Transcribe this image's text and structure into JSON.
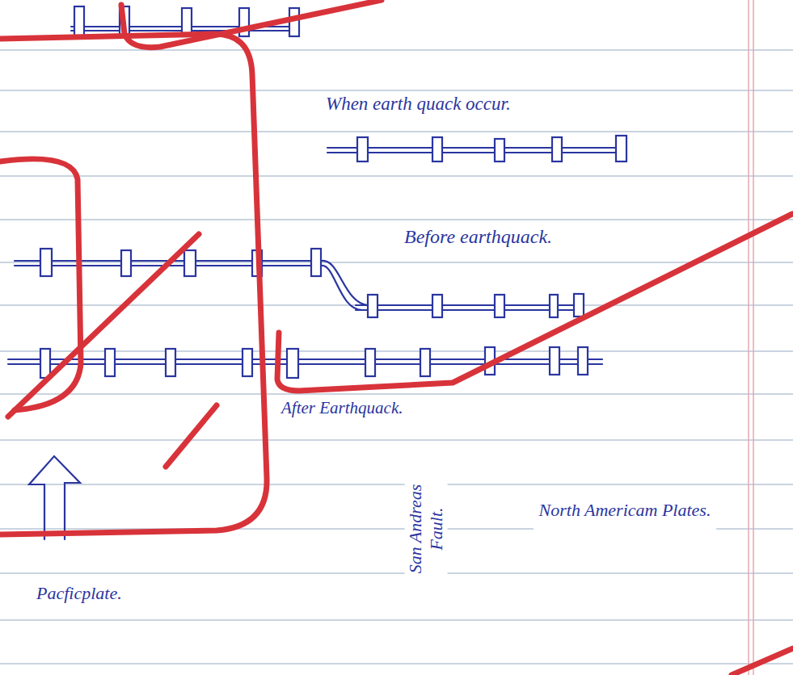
{
  "diagram": {
    "labels": [
      "When earth quack occur.",
      "Before earthquack.",
      "After Earthquack.",
      "Pacficplate.",
      "San Andreas Fault.",
      "North Americam Plates."
    ]
  }
}
